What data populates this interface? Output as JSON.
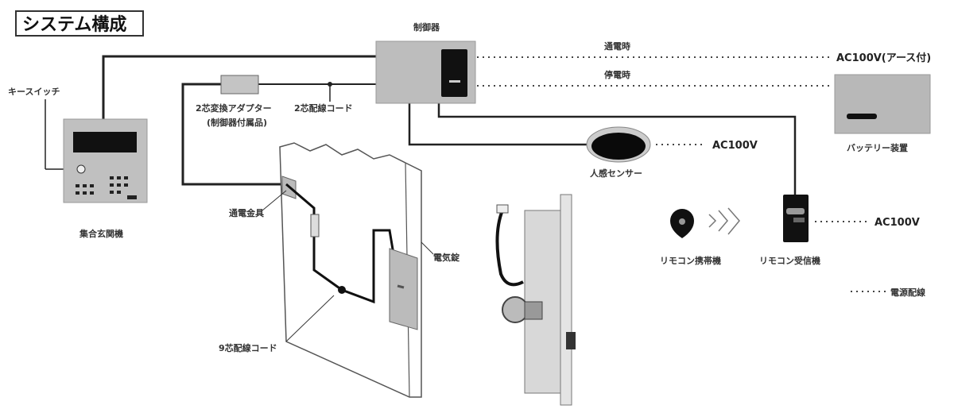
{
  "title": "システム構成",
  "controller": {
    "label": "制御器"
  },
  "power_lines": {
    "normal": "通電時",
    "outage": "停電時",
    "ac_ground": "AC100V(アース付)"
  },
  "key_switch": {
    "label": "キースイッチ"
  },
  "adapter": {
    "label": "2芯変換アダプター",
    "note": "(制御器付属品)"
  },
  "two_core_cord": {
    "label": "2芯配線コード"
  },
  "battery": {
    "label": "バッテリー装置"
  },
  "sensor": {
    "label": "人感センサー",
    "power": "AC100V"
  },
  "intercom": {
    "label": "集合玄関機"
  },
  "door": {
    "conduct_fitting": "通電金具",
    "electric_lock": "電気錠",
    "nine_core_cord": "9芯配線コード"
  },
  "remote": {
    "fob_label": "リモコン携帯機",
    "receiver_label": "リモコン受信機",
    "receiver_power": "AC100V"
  },
  "legend": {
    "power_wiring": "電源配線"
  }
}
